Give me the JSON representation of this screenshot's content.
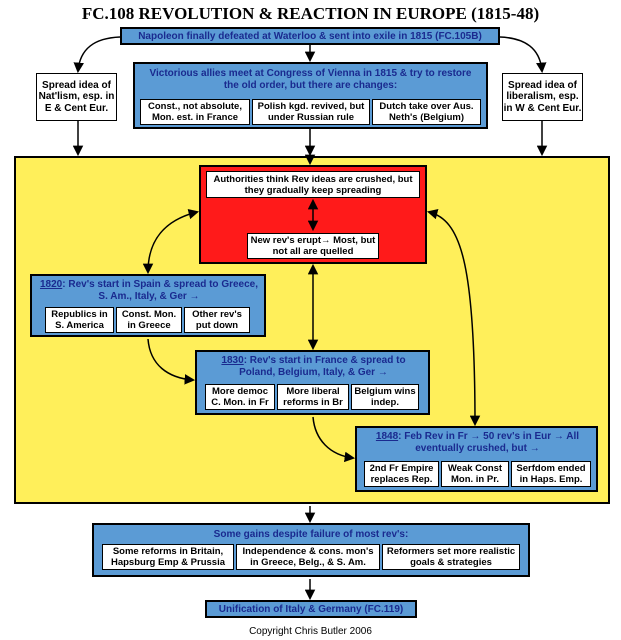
{
  "title": "FC.108 REVOLUTION & REACTION IN EUROPE (1815-48)",
  "top_banner": "Napoleon finally defeated at Waterloo & sent into exile in 1815  (FC.105B)",
  "left_note": "Spread idea of Nat'lism, esp. in E & Cent Eur.",
  "right_note": "Spread idea of liberalism, esp. in W & Cent Eur.",
  "congress": {
    "text": "Victorious allies meet at Congress of Vienna in 1815 & try to restore the old order, but there are changes:",
    "items": [
      "Const., not absolute, Mon. est. in France",
      "Polish kgd. revived, but under Russian rule",
      "Dutch take over Aus. Neth's (Belgium)"
    ]
  },
  "red_box": {
    "top": "Authorities think Rev ideas are crushed, but they gradually keep spreading",
    "bottom": "New rev's erupt→ Most, but not all are quelled"
  },
  "rev1820": {
    "year": "1820",
    "text": ": Rev's start in Spain & spread to Greece, S. Am., Italy, & Ger →",
    "items": [
      "Republics in S. America",
      "Const. Mon. in Greece",
      "Other rev's put down"
    ]
  },
  "rev1830": {
    "year": "1830",
    "text": ": Rev's start in France & spread to Poland, Belgium, Italy, & Ger →",
    "items": [
      "More democ C. Mon. in Fr",
      "More liberal reforms in Br",
      "Belgium wins indep."
    ]
  },
  "rev1848": {
    "year": "1848",
    "text": ": Feb Rev in Fr → 50 rev's in Eur → All eventually crushed, but →",
    "items": [
      "2nd Fr Empire replaces Rep.",
      "Weak Const Mon. in Pr.",
      "Serfdom ended in Haps. Emp."
    ]
  },
  "gains": {
    "text": "Some gains despite failure of most rev's:",
    "items": [
      "Some reforms in Britain, Hapsburg Emp & Prussia",
      "Independence & cons. mon's in Greece, Belg., & S. Am.",
      "Reformers set more realistic goals & strategies"
    ]
  },
  "bottom_banner": "Unification of Italy & Germany  (FC.119)",
  "copyright": "Copyright Chris Butler 2006"
}
